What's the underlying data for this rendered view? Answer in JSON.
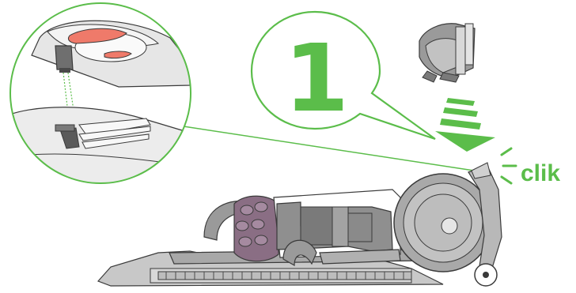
{
  "step": {
    "number": "1"
  },
  "callout": {
    "text": "clik"
  },
  "colors": {
    "accent_green": "#5bbd4a",
    "body_gray": "#c8c8c8",
    "dark_gray": "#8f8f8f",
    "outline": "#3a3a3a",
    "highlight_salmon": "#ef7a6a",
    "cyclone_purple": "#8a6e84"
  },
  "icons": [
    "step-number-bubble",
    "down-arrow-icon",
    "click-lines-icon",
    "detail-magnifier-circle"
  ]
}
